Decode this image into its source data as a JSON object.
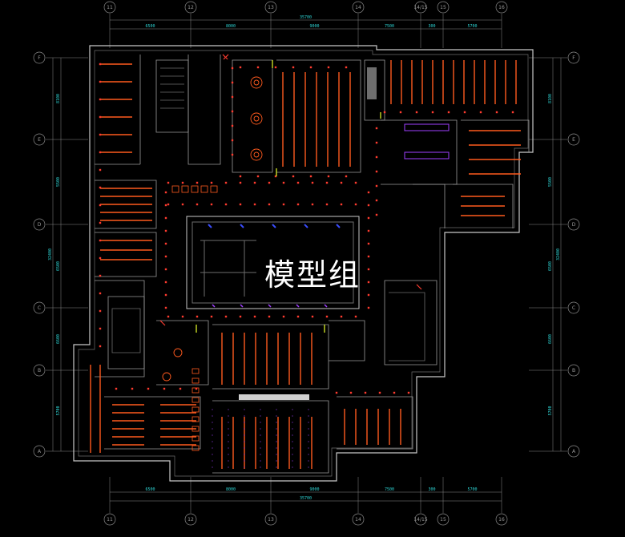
{
  "watermark": "模型组",
  "colors": {
    "background": "#000000",
    "wall": "#c8c8c8",
    "wall_dim": "#6e6e6e",
    "furniture": "#ff5a1e",
    "light": "#ff3b2f",
    "dimension": "#2ed6d6",
    "accent_blue": "#3a4dff",
    "accent_purple": "#a040ff",
    "accent_yellow": "#e8ff2a",
    "grid": "#8a8a8a"
  },
  "grid_labels": {
    "top": [
      "11",
      "12",
      "13",
      "14",
      "14/15",
      "15",
      "16"
    ],
    "bottom": [
      "11",
      "12",
      "13",
      "14",
      "14/15",
      "15",
      "16"
    ],
    "left": [
      "F",
      "E",
      "D",
      "C",
      "B",
      "A"
    ],
    "right": [
      "F",
      "E",
      "D",
      "C",
      "B",
      "A"
    ]
  },
  "dimensions": {
    "top_total": "35700",
    "top_segments": [
      "6500",
      "8000",
      "9000",
      "7500",
      "300",
      "5700"
    ],
    "bottom_total": "35700",
    "bottom_segments": [
      "6500",
      "8000",
      "9000",
      "7500",
      "300",
      "5700"
    ],
    "left_total": "32400",
    "left_segments": [
      "8100",
      "5500",
      "6500",
      "6600",
      "5700"
    ],
    "right_total": "32400",
    "right_segments": [
      "8100",
      "5500",
      "6500",
      "6600",
      "5700"
    ]
  }
}
